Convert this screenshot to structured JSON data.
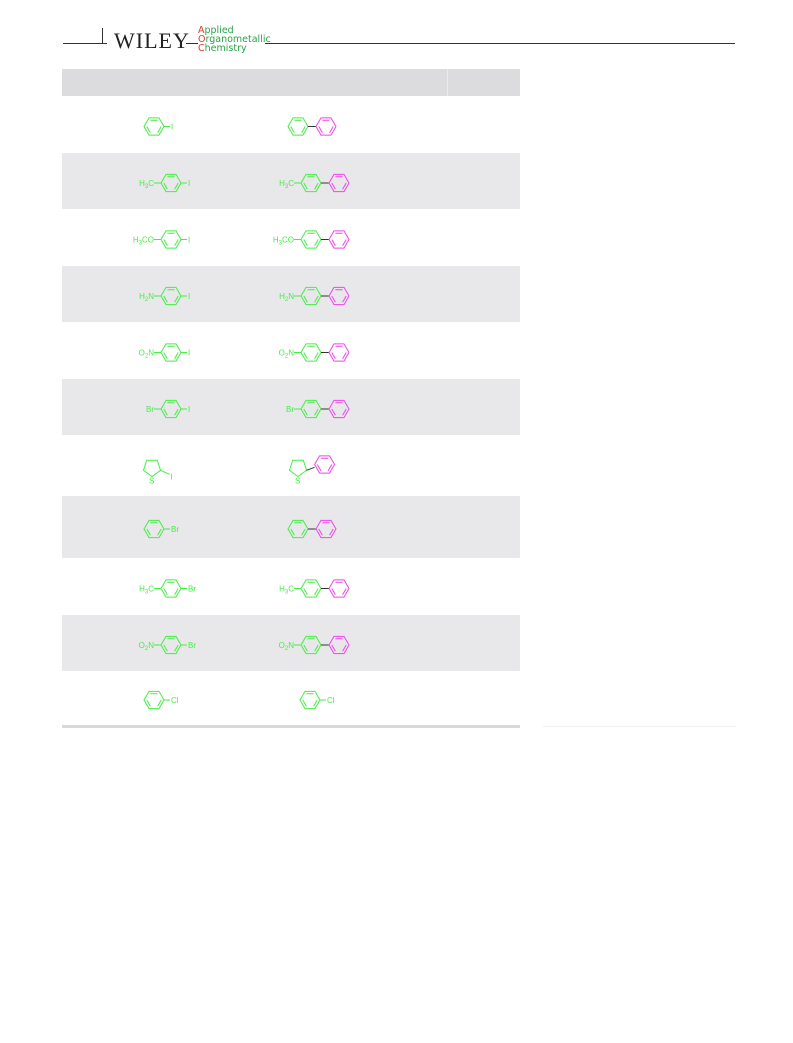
{
  "header": {
    "publisher": "WILEY",
    "journal_line1_cap": "A",
    "journal_line1_rest": "pplied",
    "journal_line2_cap": "O",
    "journal_line2_rest": "rganometallic",
    "journal_line3_cap": "C",
    "journal_line3_rest": "hemistry"
  },
  "colors": {
    "reactant": "#44ee44",
    "product_ring": "#ee44ee",
    "bond": "#333333",
    "shade": "#e8e8ea"
  },
  "table": {
    "rows": [
      {
        "shaded": false,
        "reactant": {
          "type": "benzene",
          "sub": "",
          "x": "I"
        },
        "product": {
          "type": "biphenyl",
          "sub": ""
        }
      },
      {
        "shaded": true,
        "reactant": {
          "type": "benzene",
          "sub": "H3C",
          "x": "I"
        },
        "product": {
          "type": "biphenyl",
          "sub": "H3C"
        }
      },
      {
        "shaded": false,
        "reactant": {
          "type": "benzene",
          "sub": "H3CO",
          "x": "I"
        },
        "product": {
          "type": "biphenyl",
          "sub": "H3CO"
        }
      },
      {
        "shaded": true,
        "reactant": {
          "type": "benzene",
          "sub": "H2N",
          "x": "I"
        },
        "product": {
          "type": "biphenyl",
          "sub": "H2N"
        }
      },
      {
        "shaded": false,
        "reactant": {
          "type": "benzene",
          "sub": "O2N",
          "x": "I"
        },
        "product": {
          "type": "biphenyl",
          "sub": "O2N"
        }
      },
      {
        "shaded": true,
        "reactant": {
          "type": "benzene",
          "sub": "Br",
          "x": "I"
        },
        "product": {
          "type": "biphenyl",
          "sub": "Br"
        }
      },
      {
        "shaded": false,
        "reactant": {
          "type": "thiophene",
          "sub": "",
          "x": "I"
        },
        "product": {
          "type": "thienyl",
          "sub": ""
        }
      },
      {
        "shaded": true,
        "reactant": {
          "type": "benzene",
          "sub": "",
          "x": "Br"
        },
        "product": {
          "type": "biphenyl",
          "sub": ""
        }
      },
      {
        "shaded": false,
        "reactant": {
          "type": "benzene",
          "sub": "H3C",
          "x": "Br"
        },
        "product": {
          "type": "biphenyl",
          "sub": "H3C"
        }
      },
      {
        "shaded": true,
        "reactant": {
          "type": "benzene",
          "sub": "O2N",
          "x": "Br"
        },
        "product": {
          "type": "biphenyl",
          "sub": "O2N"
        }
      },
      {
        "shaded": false,
        "reactant": {
          "type": "benzene",
          "sub": "",
          "x": "Cl"
        },
        "product": {
          "type": "chloro",
          "sub": ""
        }
      }
    ]
  }
}
